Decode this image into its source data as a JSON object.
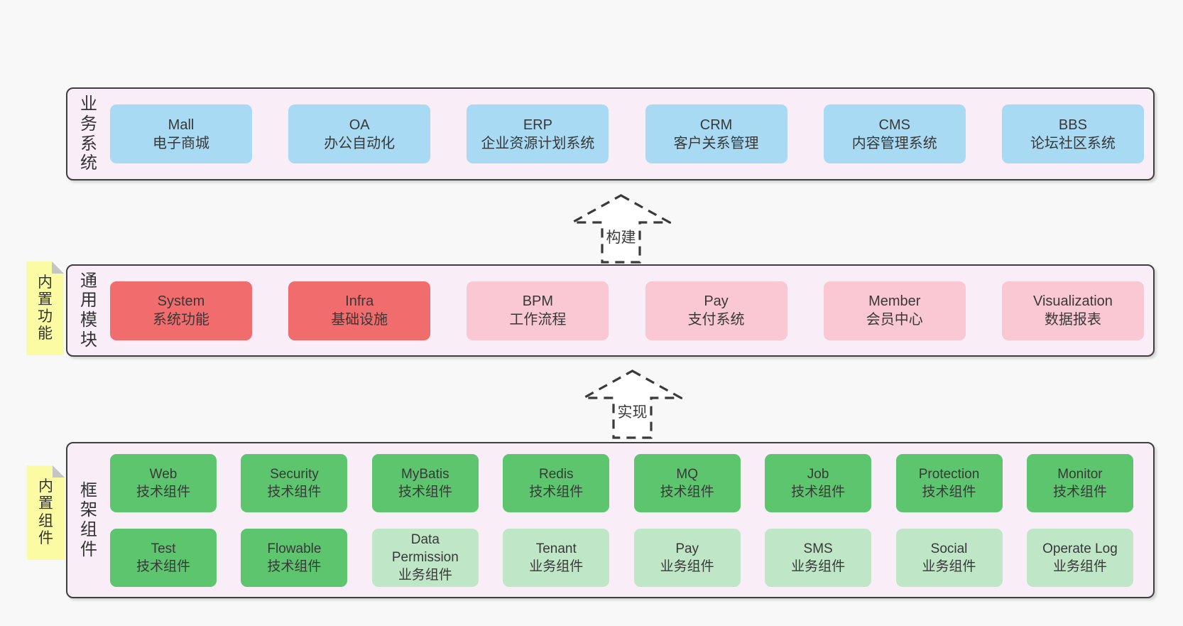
{
  "bands": [
    {
      "label": "业务系统",
      "boxes": [
        {
          "title": "Mall",
          "subtitle": "电子商城",
          "variant": "blue"
        },
        {
          "title": "OA",
          "subtitle": "办公自动化",
          "variant": "blue"
        },
        {
          "title": "ERP",
          "subtitle": "企业资源计划系统",
          "variant": "blue"
        },
        {
          "title": "CRM",
          "subtitle": "客户关系管理",
          "variant": "blue"
        },
        {
          "title": "CMS",
          "subtitle": "内容管理系统",
          "variant": "blue"
        },
        {
          "title": "BBS",
          "subtitle": "论坛社区系统",
          "variant": "blue"
        }
      ]
    },
    {
      "label": "通用模块",
      "note": "内置功能",
      "boxes": [
        {
          "title": "System",
          "subtitle": "系统功能",
          "variant": "red"
        },
        {
          "title": "Infra",
          "subtitle": "基础设施",
          "variant": "red"
        },
        {
          "title": "BPM",
          "subtitle": "工作流程",
          "variant": "pink"
        },
        {
          "title": "Pay",
          "subtitle": "支付系统",
          "variant": "pink"
        },
        {
          "title": "Member",
          "subtitle": "会员中心",
          "variant": "pink"
        },
        {
          "title": "Visualization",
          "subtitle": "数据报表",
          "variant": "pink"
        }
      ]
    },
    {
      "label": "框架组件",
      "note": "内置组件",
      "rows": [
        [
          {
            "title": "Web",
            "subtitle": "技术组件",
            "variant": "green"
          },
          {
            "title": "Security",
            "subtitle": "技术组件",
            "variant": "green"
          },
          {
            "title": "MyBatis",
            "subtitle": "技术组件",
            "variant": "green"
          },
          {
            "title": "Redis",
            "subtitle": "技术组件",
            "variant": "green"
          },
          {
            "title": "MQ",
            "subtitle": "技术组件",
            "variant": "green"
          },
          {
            "title": "Job",
            "subtitle": "技术组件",
            "variant": "green"
          },
          {
            "title": "Protection",
            "subtitle": "技术组件",
            "variant": "green"
          },
          {
            "title": "Monitor",
            "subtitle": "技术组件",
            "variant": "green"
          }
        ],
        [
          {
            "title": "Test",
            "subtitle": "技术组件",
            "variant": "green"
          },
          {
            "title": "Flowable",
            "subtitle": "技术组件",
            "variant": "green"
          },
          {
            "title": "Data Permission",
            "subtitle": "业务组件",
            "variant": "green-light"
          },
          {
            "title": "Tenant",
            "subtitle": "业务组件",
            "variant": "green-light"
          },
          {
            "title": "Pay",
            "subtitle": "业务组件",
            "variant": "green-light"
          },
          {
            "title": "SMS",
            "subtitle": "业务组件",
            "variant": "green-light"
          },
          {
            "title": "Social",
            "subtitle": "业务组件",
            "variant": "green-light"
          },
          {
            "title": "Operate Log",
            "subtitle": "业务组件",
            "variant": "green-light"
          }
        ]
      ]
    }
  ],
  "arrows": [
    {
      "label": "构建"
    },
    {
      "label": "实现"
    }
  ],
  "colors": {
    "page-bg": "#f8f8f8",
    "band-bg": "#f9eef7",
    "band-border": "#3e3e3e",
    "box-text": "#383838",
    "blue": "#a9daf3",
    "red": "#f16c6c",
    "pink": "#f9c8d2",
    "green": "#5ec56f",
    "green-light": "#bfe7c7",
    "yellow": "#fbfba4",
    "fold": "#c5c5c8",
    "arrow-stroke": "#3a3a3a",
    "arrow-fill": "#ffffff"
  }
}
